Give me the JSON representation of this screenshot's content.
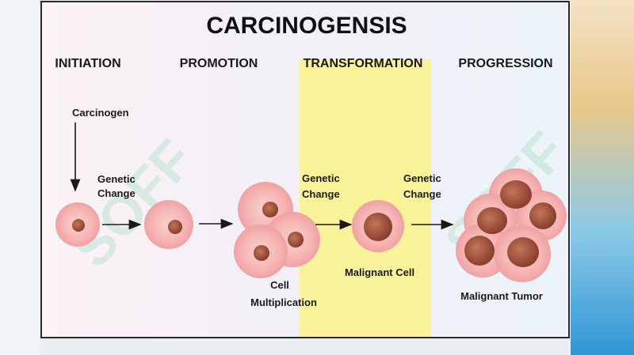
{
  "title": "CARCINOGENSIS",
  "stages": [
    "INITIATION",
    "PROMOTION",
    "TRANSFORMATION",
    "PROGRESSION"
  ],
  "labels": {
    "carcinogen": "Carcinogen",
    "genetic_change_1": [
      "Genetic",
      "Change"
    ],
    "genetic_change_2": [
      "Genetic",
      "Change"
    ],
    "genetic_change_3": [
      "Genetic",
      "Change"
    ],
    "cell_multiplication": [
      "Cell",
      "Multiplication"
    ],
    "malignant_cell": "Malignant Cell",
    "malignant_tumor": "Malignant Tumor"
  },
  "watermark": "SOFF",
  "colors": {
    "transformation_band": "#fbf39a",
    "cell_fill": "#f6b3b2",
    "nucleus": "#a8553f",
    "malignant_nucleus": "#8a3e2c"
  }
}
